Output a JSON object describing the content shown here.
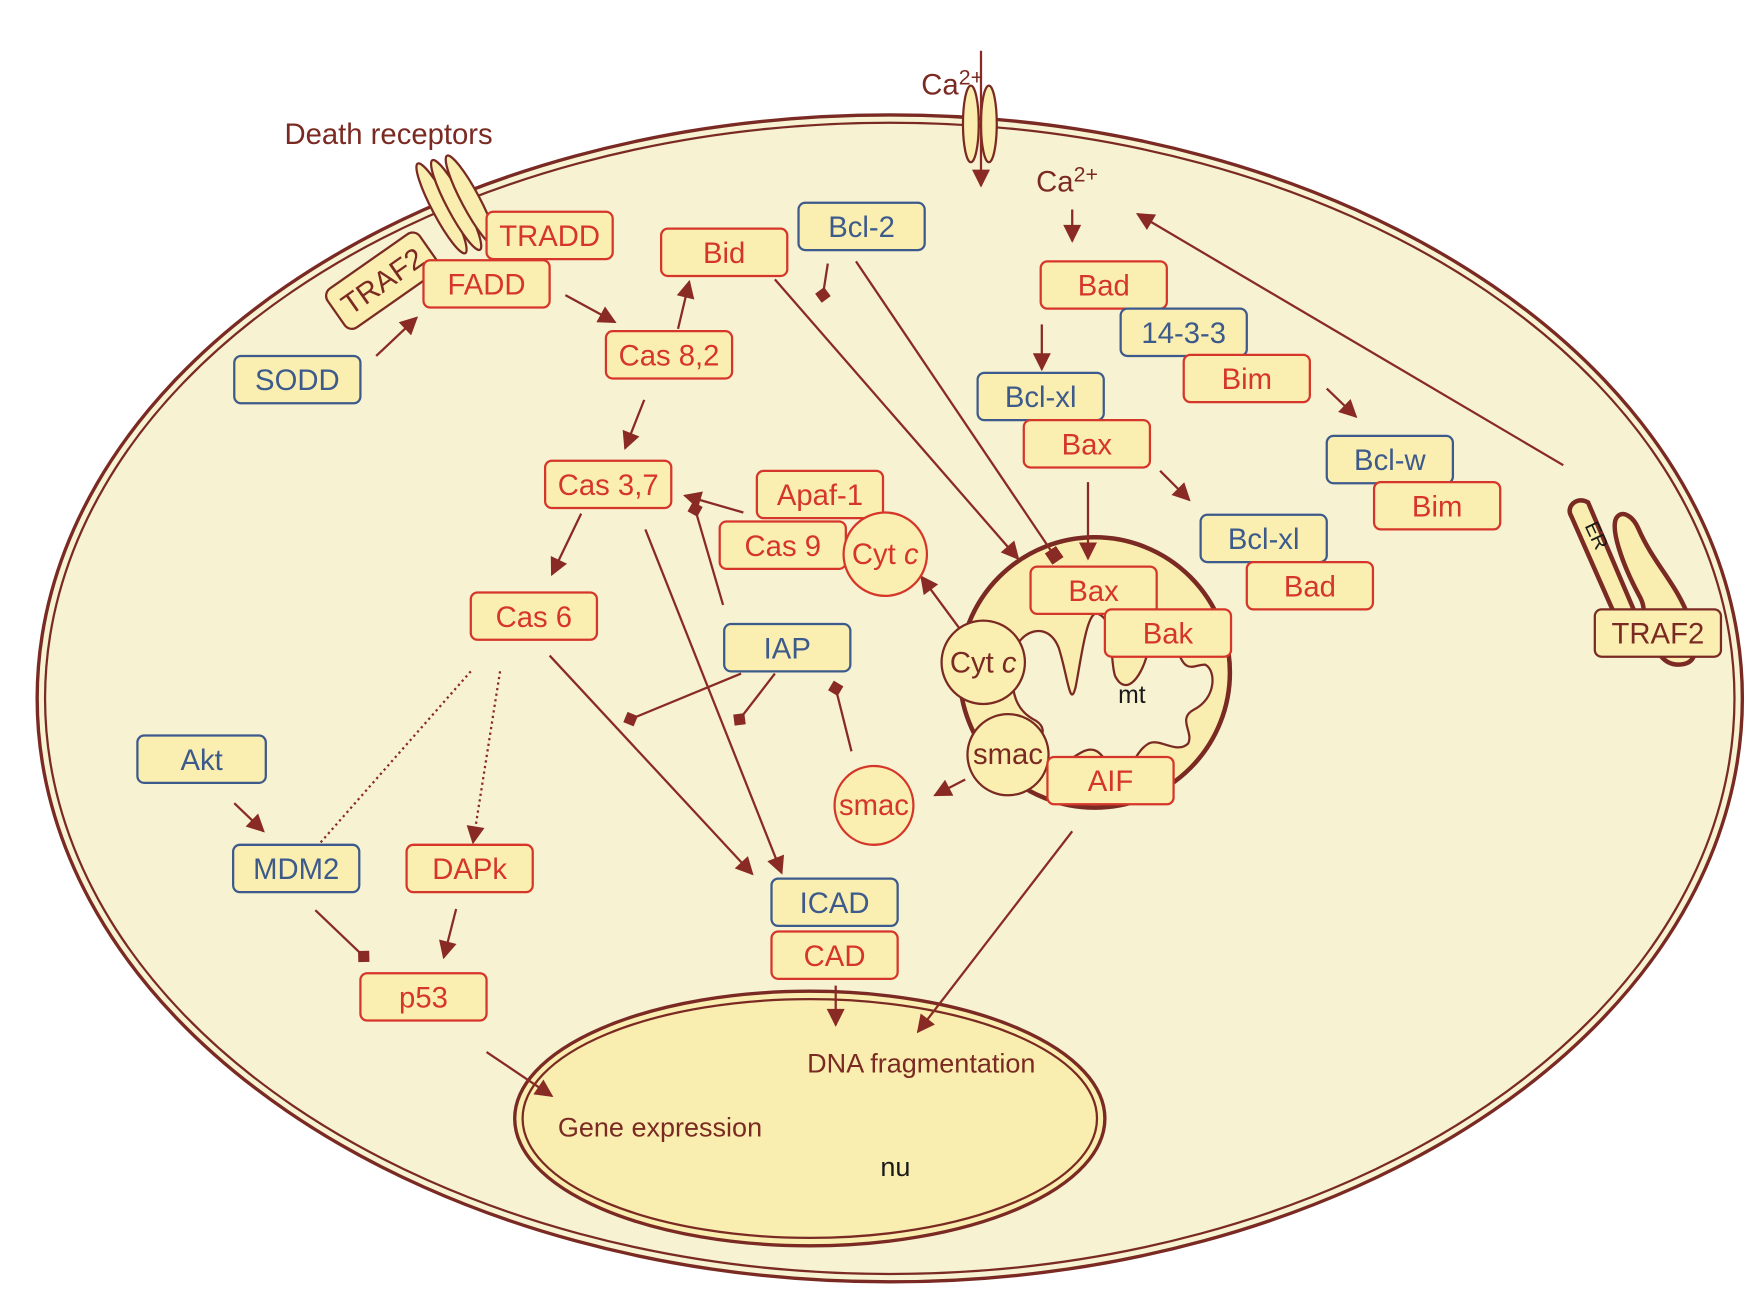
{
  "colors": {
    "cell_fill": "#f6f2d2",
    "box_fill": "#faefb0",
    "membrane": "#7a2a22",
    "pro_apoptotic": "#d6362a",
    "anti_apoptotic": "#3d5a8c",
    "neutral": "#7a2a22",
    "arrow": "#8a2a24",
    "label_dark": "#1a1a1a"
  },
  "labels": {
    "death_receptors": "Death receptors",
    "ca_outside": "Ca",
    "ca_outside_sup": "2+",
    "ca_inside": "Ca",
    "ca_inside_sup": "2+",
    "mt": "mt",
    "nu": "nu",
    "er": "ER",
    "dna_fragmentation": "DNA fragmentation",
    "gene_expression": "Gene expression"
  },
  "nodes": {
    "traf2_top": "TRAF2",
    "tradd": "TRADD",
    "fadd": "FADD",
    "sodd": "SODD",
    "bid": "Bid",
    "bcl2": "Bcl-2",
    "cas82": "Cas 8,2",
    "cas37": "Cas 3,7",
    "apaf1": "Apaf-1",
    "cas9": "Cas 9",
    "cytc_apop": "Cyt c",
    "cas6": "Cas 6",
    "iap": "IAP",
    "akt": "Akt",
    "mdm2": "MDM2",
    "dapk": "DAPk",
    "p53": "p53",
    "icad": "ICAD",
    "cad": "CAD",
    "smac_free": "smac",
    "bad_top": "Bad",
    "p1433": "14-3-3",
    "bim_1": "Bim",
    "bclxl_1": "Bcl-xl",
    "bax_1": "Bax",
    "bclw": "Bcl-w",
    "bim_2": "Bim",
    "bclxl_2": "Bcl-xl",
    "bad_2": "Bad",
    "bax_mt": "Bax",
    "bak": "Bak",
    "cytc_mt": "Cyt c",
    "smac_mt": "smac",
    "aif": "AIF",
    "traf2_er": "TRAF2"
  }
}
